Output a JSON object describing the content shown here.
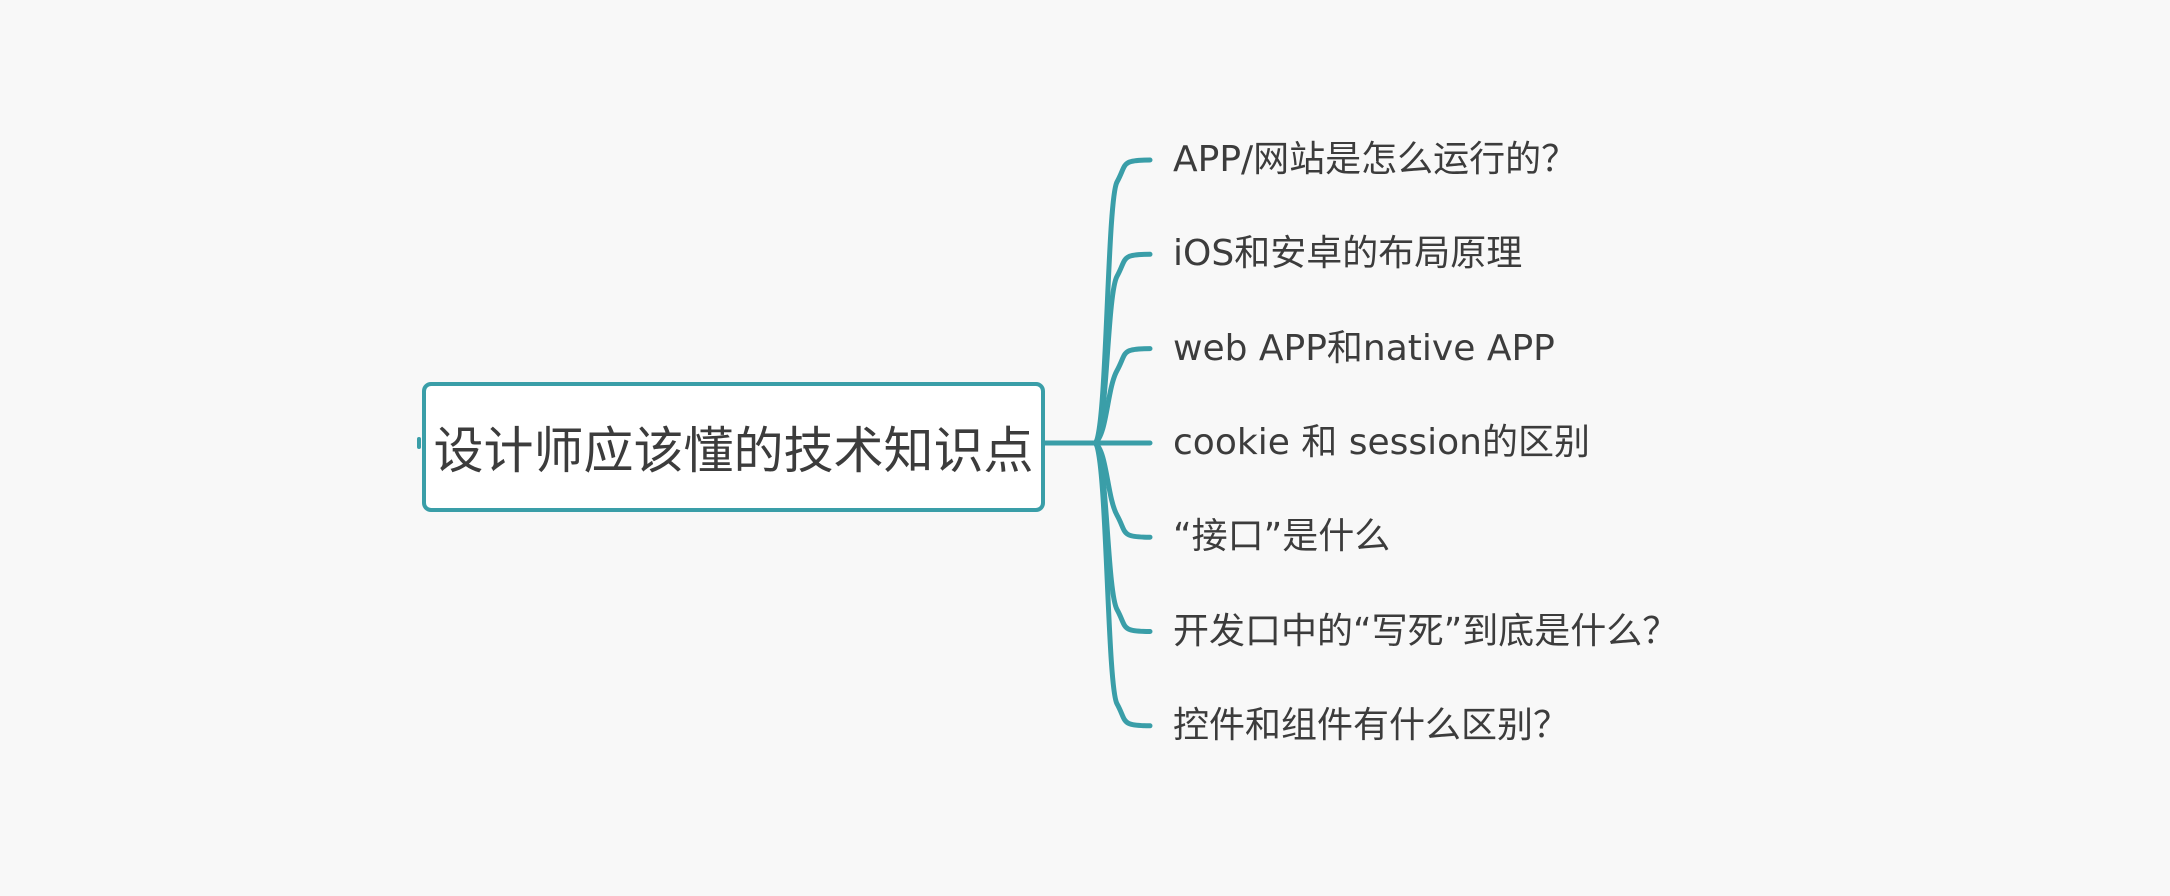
{
  "mindmap": {
    "root": {
      "label": "设计师应该懂的技术知识点"
    },
    "branches": [
      {
        "label": "APP/网站是怎么运行的？"
      },
      {
        "label": "iOS和安卓的布局原理"
      },
      {
        "label": "web APP和native APP"
      },
      {
        "label": "cookie 和 session的区别"
      },
      {
        "label": "“接口”是什么"
      },
      {
        "label": "开发口中的“写死”到底是什么？"
      },
      {
        "label": "控件和组件有什么区别？"
      }
    ],
    "colors": {
      "connector": "#3a9ea8",
      "root_border": "#3a9ea8",
      "text": "#3c3c3c",
      "background": "#f8f8f8"
    }
  }
}
